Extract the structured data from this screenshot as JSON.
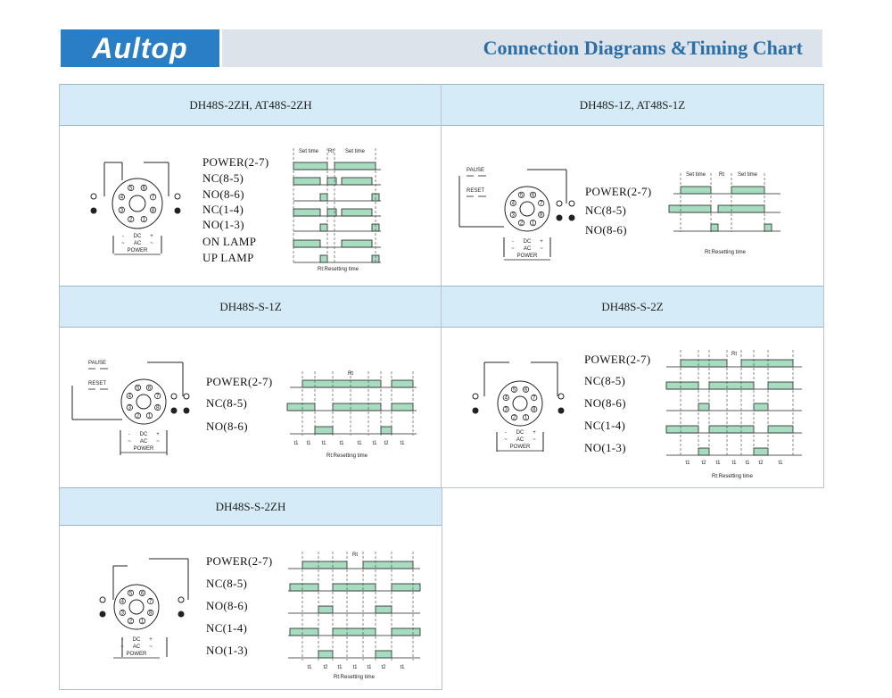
{
  "brand": "Aultop",
  "page_title": "Connection Diagrams &Timing Chart",
  "common": {
    "dc": "DC",
    "ac": "AC",
    "power": "POWER",
    "pause": "PAUSE",
    "reset": "RESET",
    "set_time": "Set time",
    "rt": "Rt",
    "rt_note": "Rt:Resetting time",
    "minus": "-",
    "plus": "+",
    "tilde": "~",
    "t1": "t1",
    "t2": "t2"
  },
  "panels": [
    {
      "id": "p1",
      "title": "DH48S-2ZH, AT48S-2ZH",
      "labels": [
        "POWER(2-7)",
        "NC(8-5)",
        "NO(8-6)",
        "NC(1-4)",
        "NO(1-3)",
        "ON LAMP",
        "UP LAMP"
      ]
    },
    {
      "id": "p2",
      "title": "DH48S-1Z, AT48S-1Z",
      "labels": [
        "POWER(2-7)",
        "NC(8-5)",
        "NO(8-6)"
      ]
    },
    {
      "id": "p3",
      "title": "DH48S-S-1Z",
      "labels": [
        "POWER(2-7)",
        "NC(8-5)",
        "NO(8-6)"
      ]
    },
    {
      "id": "p4",
      "title": "DH48S-S-2Z",
      "labels": [
        "POWER(2-7)",
        "NC(8-5)",
        "NO(8-6)",
        "NC(1-4)",
        "NO(1-3)"
      ]
    },
    {
      "id": "p5",
      "title": "DH48S-S-2ZH",
      "labels": [
        "POWER(2-7)",
        "NC(8-5)",
        "NO(8-6)",
        "NC(1-4)",
        "NO(1-3)"
      ]
    }
  ],
  "colors": {
    "brand_blue": "#2a7fc4",
    "title_blue": "#2a6fa8",
    "panel_head": "#d5ebf7",
    "wave_fill": "#a8dcc0"
  }
}
